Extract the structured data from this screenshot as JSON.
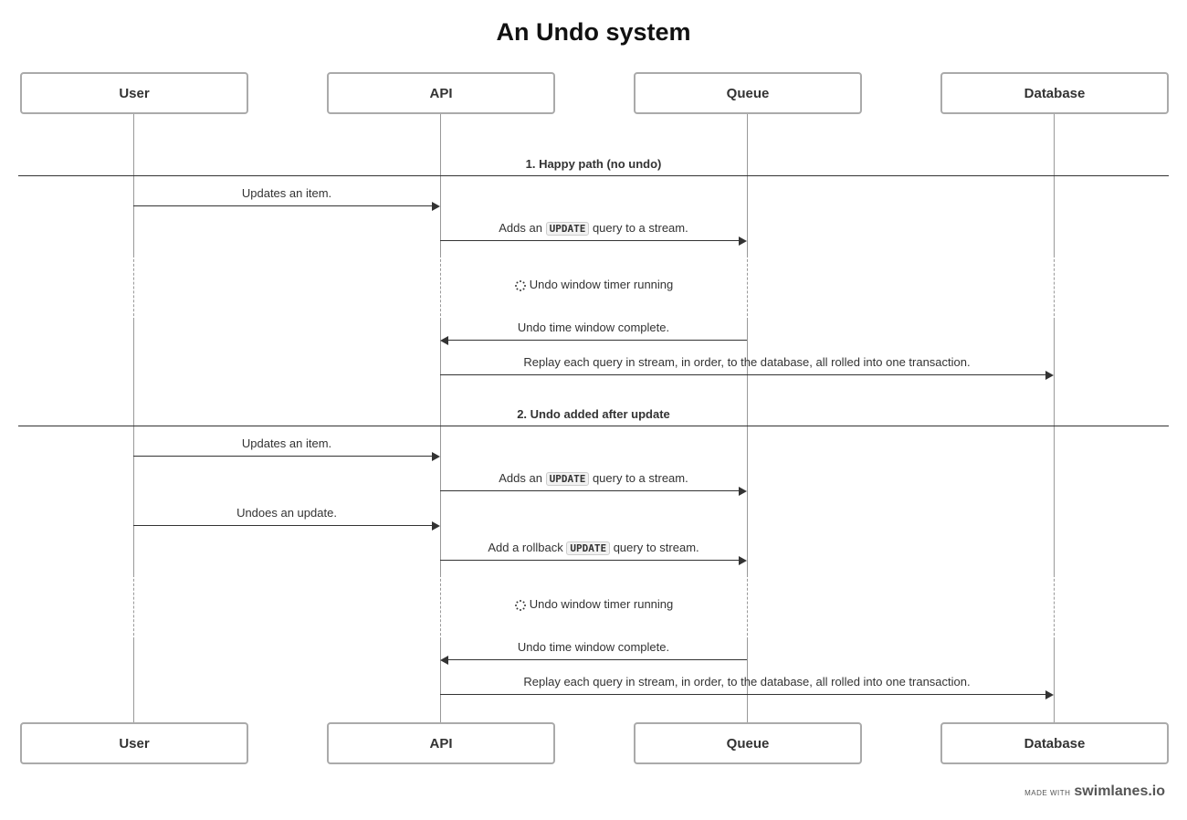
{
  "title": "An Undo system",
  "actors": [
    "User",
    "API",
    "Queue",
    "Database"
  ],
  "sections": [
    {
      "title": "1. Happy path (no undo)",
      "messages": [
        {
          "from": 0,
          "to": 1,
          "pre": "Updates an item.",
          "code": "",
          "post": ""
        },
        {
          "from": 1,
          "to": 2,
          "pre": "Adds an ",
          "code": "UPDATE",
          "post": " query to a stream."
        }
      ],
      "delay": "Undo window timer running",
      "after": [
        {
          "from": 2,
          "to": 1,
          "pre": "Undo time window complete.",
          "code": "",
          "post": ""
        },
        {
          "from": 1,
          "to": 3,
          "pre": "Replay each query in stream, in order, to the database, all rolled into one transaction.",
          "code": "",
          "post": ""
        }
      ]
    },
    {
      "title": "2. Undo added after update",
      "messages": [
        {
          "from": 0,
          "to": 1,
          "pre": "Updates an item.",
          "code": "",
          "post": ""
        },
        {
          "from": 1,
          "to": 2,
          "pre": "Adds an ",
          "code": "UPDATE",
          "post": " query to a stream."
        },
        {
          "from": 0,
          "to": 1,
          "pre": "Undoes an update.",
          "code": "",
          "post": ""
        },
        {
          "from": 1,
          "to": 2,
          "pre": "Add a rollback ",
          "code": "UPDATE",
          "post": " query to stream."
        }
      ],
      "delay": "Undo window timer running",
      "after": [
        {
          "from": 2,
          "to": 1,
          "pre": "Undo time window complete.",
          "code": "",
          "post": ""
        },
        {
          "from": 1,
          "to": 3,
          "pre": "Replay each query in stream, in order, to the database, all rolled into one transaction.",
          "code": "",
          "post": ""
        }
      ]
    }
  ],
  "footer": {
    "made_with": "MADE WITH",
    "brand": "swimlanes.io"
  },
  "colors": {
    "line": "#333333",
    "lifeline": "#999999",
    "box_border": "#aaaaaa"
  }
}
